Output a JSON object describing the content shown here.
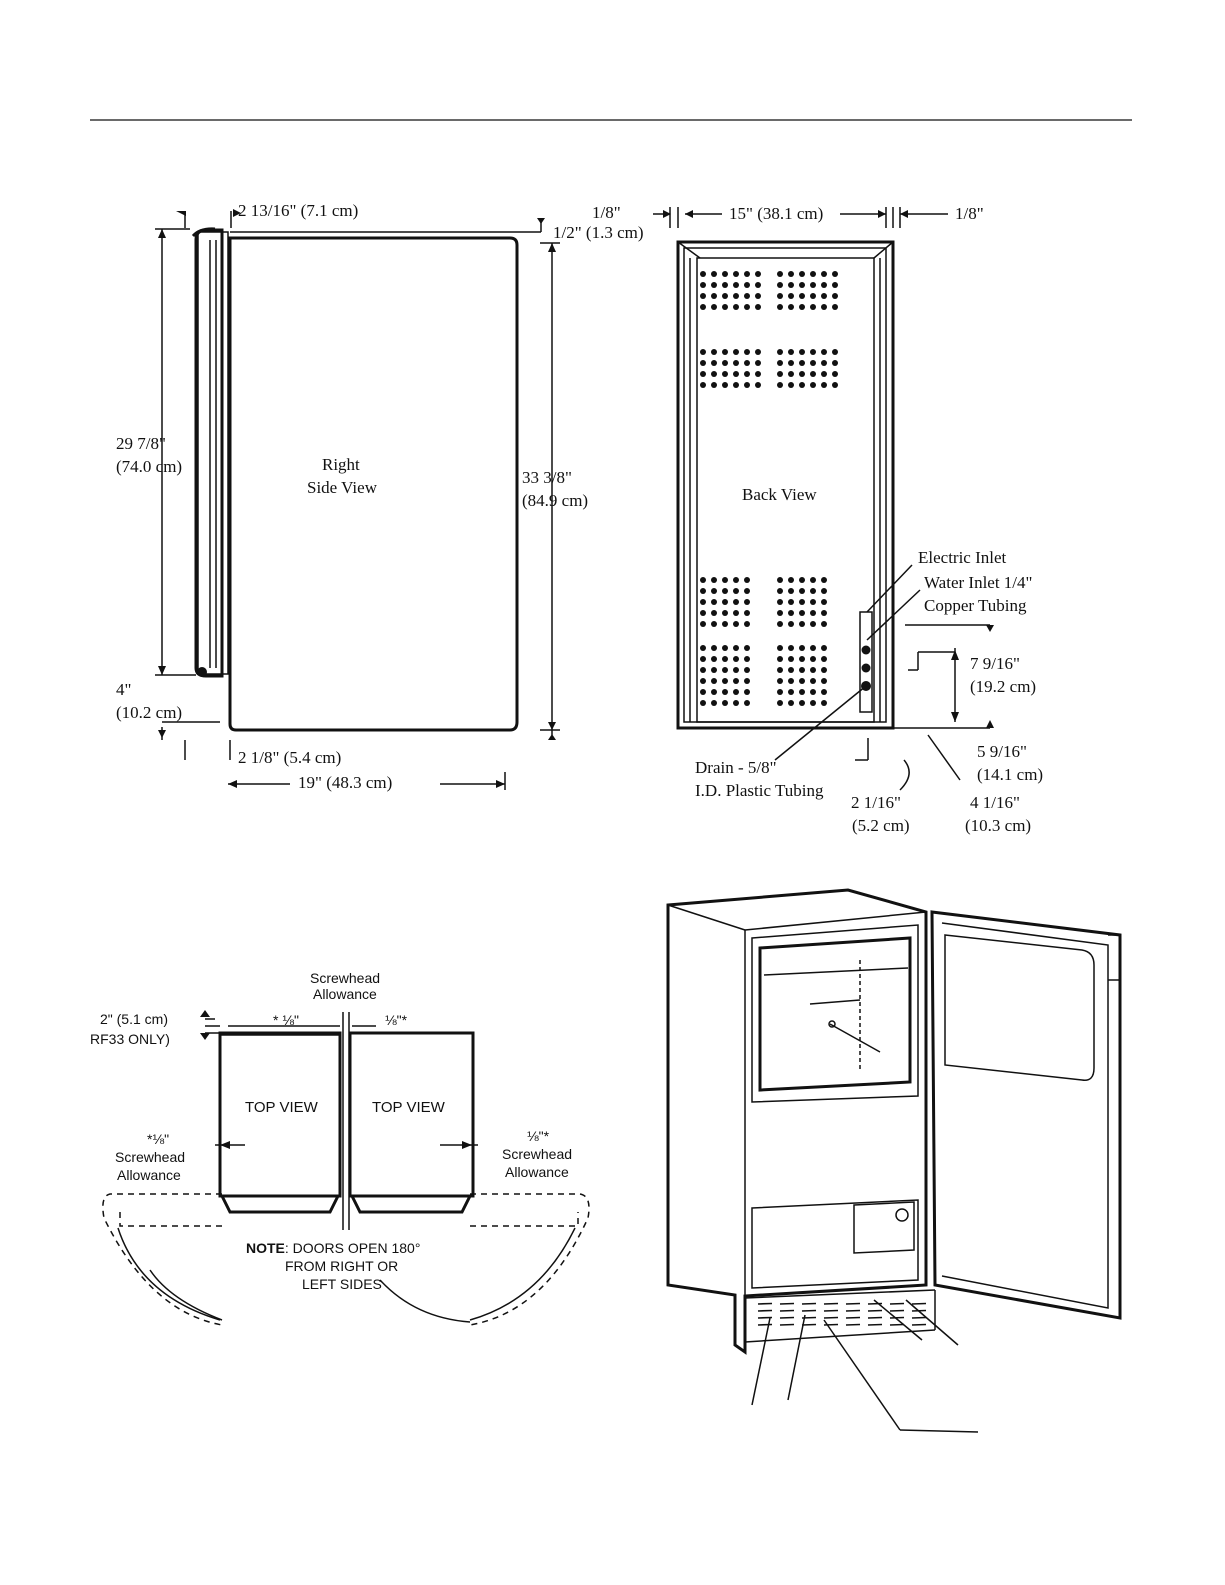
{
  "side_view": {
    "title_line1": "Right",
    "title_line2": "Side View",
    "dim_top": "2 13/16\" (7.1 cm)",
    "dim_height_in": "29 7/8\"",
    "dim_height_cm": "(74.0 cm)",
    "dim_total_in": "33 3/8\"",
    "dim_total_cm": "(84.9 cm)",
    "dim_base_in": "4\"",
    "dim_base_cm": "(10.2 cm)",
    "dim_toe": "2 1/8\" (5.4 cm)",
    "dim_depth": "19\" (48.3 cm)",
    "dim_half": "1/2\" (1.3 cm)"
  },
  "back_view": {
    "title": "Back View",
    "dim_left_gap": "1/8\"",
    "dim_width": "15\" (38.1 cm)",
    "dim_right_gap": "1/8\"",
    "electric_inlet": "Electric Inlet",
    "water_inlet_line1": "Water Inlet 1/4\"",
    "water_inlet_line2": "Copper Tubing",
    "dim_7_in": "7 9/16\"",
    "dim_7_cm": "(19.2 cm)",
    "dim_5_in": "5 9/16\"",
    "dim_5_cm": "(14.1 cm)",
    "dim_4_in": "4 1/16\"",
    "dim_4_cm": "(10.3 cm)",
    "dim_2_in": "2 1/16\"",
    "dim_2_cm": "(5.2 cm)",
    "drain_line1": "Drain - 5/8\"",
    "drain_line2": "I.D. Plastic Tubing"
  },
  "top_view": {
    "screwhead_top_1": "Screwhead",
    "screwhead_top_2": "Allowance",
    "dim_2in": "2\" (5.1 cm)",
    "rf33_only": "RF33 ONLY)",
    "gap_left": "* ⅛\"",
    "gap_right": "⅛\"*",
    "left_label": "TOP VIEW",
    "right_label": "TOP VIEW",
    "left_allow_1": "*⅛\"",
    "left_allow_2": "Screwhead",
    "left_allow_3": "Allowance",
    "right_allow_1": "⅛\"*",
    "right_allow_2": "Screwhead",
    "right_allow_3": "Allowance",
    "note_bold": "NOTE",
    "note_line1": ": DOORS OPEN 180°",
    "note_line2": "FROM RIGHT OR",
    "note_line3": "LEFT SIDES"
  }
}
